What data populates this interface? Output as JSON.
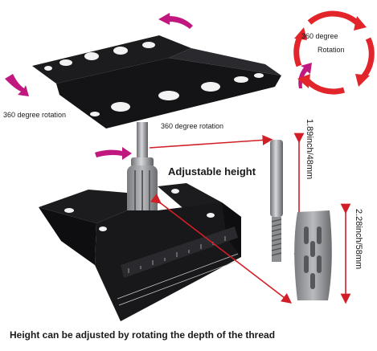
{
  "labels": {
    "rotation_top_right_line1": "360 degree",
    "rotation_top_right_line2": "Rotation",
    "rotation_left": "360 degree rotation",
    "rotation_center": "360 degree rotation",
    "adjustable_height": "Adjustable height",
    "dimension_rod": "1.89inch/48mm",
    "dimension_knob": "2.28inch/58mm",
    "caption": "Height can be adjusted by rotating the depth of the thread"
  },
  "colors": {
    "rotation_arrow": "#c0187f",
    "dimension_arrow": "#d21f27",
    "circle_arrow": "#e1252b",
    "plate": "#1c1c1e",
    "metal": "#9a9ca0"
  },
  "icons": {
    "rotation_arrows": "curved-arrow-icon",
    "circular_rotation": "circular-arrows-icon"
  }
}
